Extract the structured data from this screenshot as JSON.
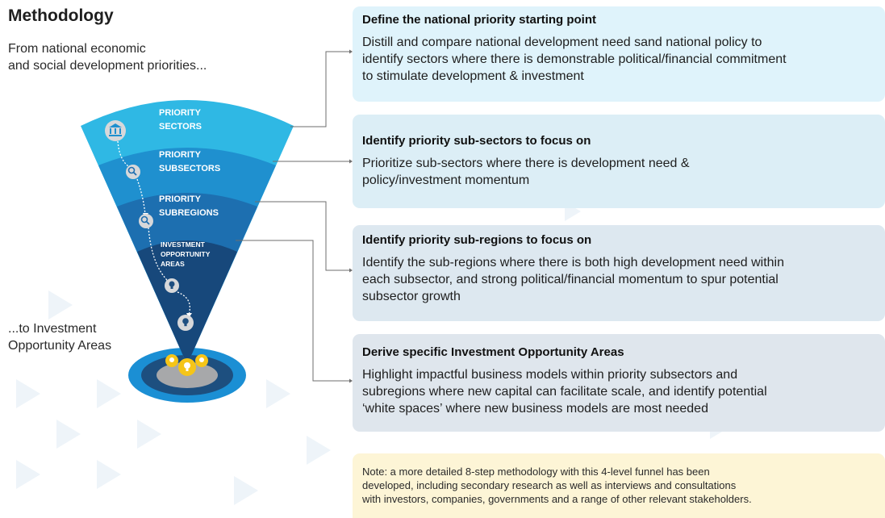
{
  "title": "Methodology",
  "intro": [
    "From national economic",
    "and social development priorities..."
  ],
  "outro": [
    "...to Investment",
    "Opportunity Areas"
  ],
  "funnel": {
    "levels": [
      {
        "line1": "PRIORITY",
        "line2": "SECTORS"
      },
      {
        "line1": "PRIORITY",
        "line2": "SUBSECTORS"
      },
      {
        "line1": "PRIORITY",
        "line2": "SUBREGIONS"
      },
      {
        "line1": "INVESTMENT",
        "line2": "OPPORTUNITY",
        "line3": "AREAS"
      }
    ],
    "colors": [
      "#2fb8e4",
      "#1f90cf",
      "#1d6fb0",
      "#17487b"
    ]
  },
  "steps": [
    {
      "heading": "Define the national priority starting point",
      "lines": [
        "Distill and compare national development need sand national policy to",
        "identify sectors where there is demonstrable political/financial commitment",
        "to stimulate development & investment"
      ]
    },
    {
      "heading": "Identify priority sub-sectors to focus on",
      "lines": [
        "Prioritize sub-sectors where there is development need &",
        "policy/investment momentum"
      ]
    },
    {
      "heading": "Identify priority sub-regions to focus on",
      "lines": [
        "Identify the sub-regions where there is both high development need within",
        "each subsector, and strong political/financial momentum to spur potential",
        "subsector growth"
      ]
    },
    {
      "heading": "Derive specific Investment Opportunity Areas",
      "lines": [
        "Highlight impactful business models within priority subsectors and",
        "subregions where new capital can facilitate scale, and identify potential",
        "‘white spaces’ where new business models are most needed"
      ]
    }
  ],
  "note": [
    "Note: a more detailed 8-step methodology with this 4-level funnel has been",
    "developed, including secondary research as well as interviews and consultations",
    "with investors, companies, governments and a range of other relevant stakeholders."
  ],
  "icons": [
    "bank-icon",
    "magnifier-icon",
    "magnifier-icon",
    "lightbulb-icon",
    "lightbulb-icon",
    "lightbulb-cluster-icon"
  ]
}
